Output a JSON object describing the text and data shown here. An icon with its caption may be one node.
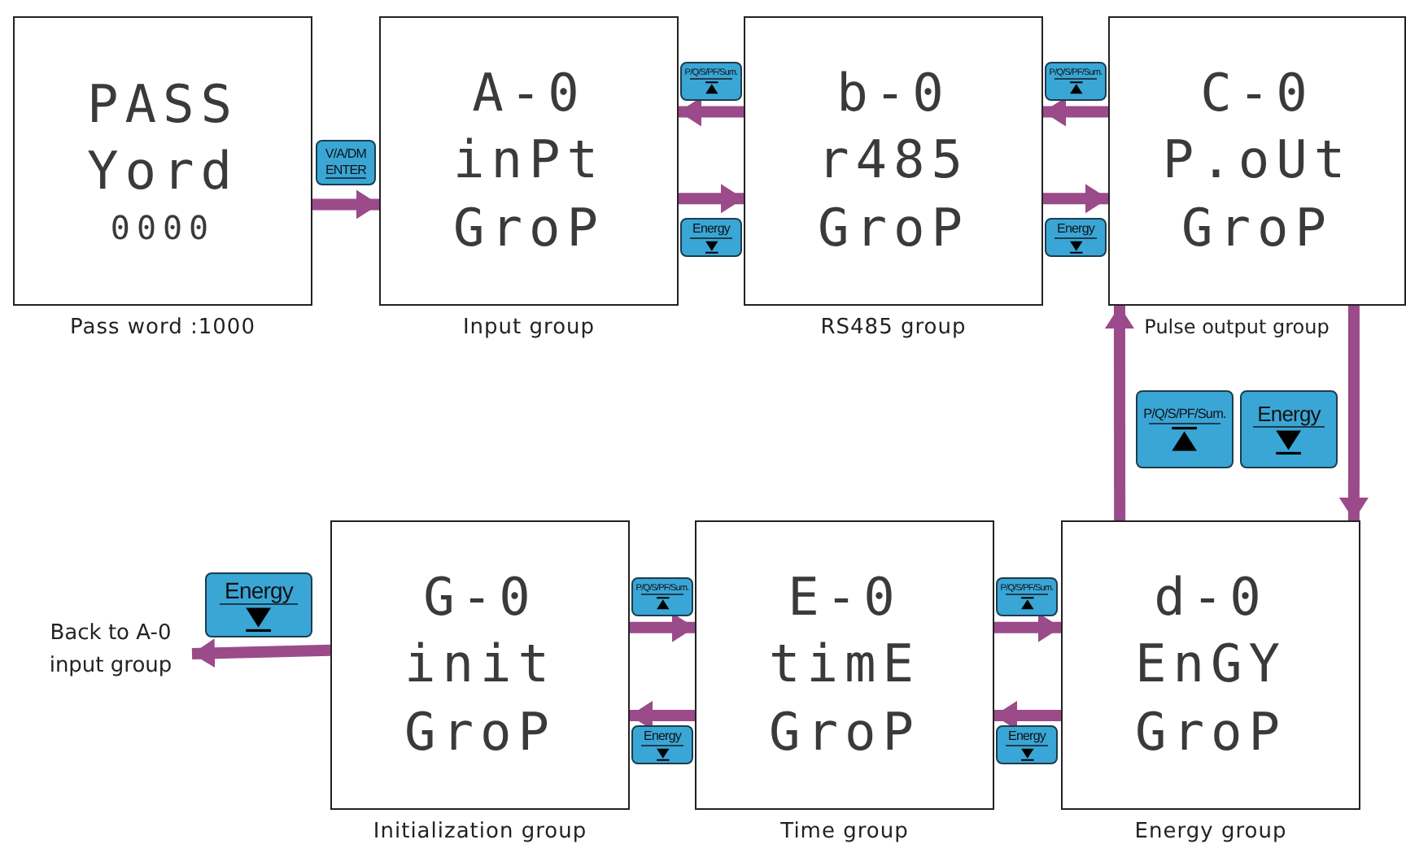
{
  "diagram": {
    "nodes": [
      {
        "text": [
          "PASS",
          "Yord",
          "0000"
        ],
        "beside": [
          "Pass word :1000"
        ]
      },
      {
        "text": [
          "A-0",
          "inPt",
          "GroP"
        ],
        "beside": [
          "Input group"
        ]
      },
      {
        "text": [
          "b-0",
          "r485",
          "GroP"
        ],
        "beside": [
          "RS485 group"
        ]
      },
      {
        "text": [
          "C-0",
          "P.oUt",
          "GroP"
        ],
        "beside": [
          "Pulse output group"
        ]
      },
      {
        "text": [
          "Back to A-0 input group"
        ]
      },
      {
        "text": [
          "G-0",
          "init",
          "GroP"
        ],
        "beside": [
          "Initialization group"
        ]
      },
      {
        "text": [
          "E-0",
          "timE",
          "GroP"
        ],
        "beside": [
          "Time group"
        ]
      },
      {
        "text": [
          "d-0",
          "EnGY",
          "GroP"
        ],
        "beside": [
          "Energy group"
        ]
      }
    ],
    "edges": [
      {
        "from": 0,
        "to": 1,
        "arrow": "to",
        "label": "V/A/DM ENTER"
      },
      {
        "from": 2,
        "to": 1,
        "arrow": "to",
        "label": "P/Q/S/PF/Sum."
      },
      {
        "from": 1,
        "to": 2,
        "arrow": "to",
        "label": "Energy"
      },
      {
        "from": 3,
        "to": 2,
        "arrow": "to",
        "label": "P/Q/S/PF/Sum."
      },
      {
        "from": 2,
        "to": 3,
        "arrow": "to",
        "label": "Energy"
      },
      {
        "from": 7,
        "to": 3,
        "arrow": "to",
        "label": "P/Q/S/PF/Sum."
      },
      {
        "from": 3,
        "to": 7,
        "arrow": "to",
        "label": "Energy"
      },
      {
        "from": 5,
        "to": 6,
        "arrow": "to",
        "label": "P/Q/S/PF/Sum."
      },
      {
        "from": 6,
        "to": 5,
        "arrow": "to",
        "label": "Energy"
      },
      {
        "from": 6,
        "to": 7,
        "arrow": "to",
        "label": "P/Q/S/PF/Sum."
      },
      {
        "from": 7,
        "to": 6,
        "arrow": "to",
        "label": "Energy"
      },
      {
        "from": 5,
        "to": 4,
        "arrow": "to",
        "label": "Energy"
      }
    ]
  }
}
